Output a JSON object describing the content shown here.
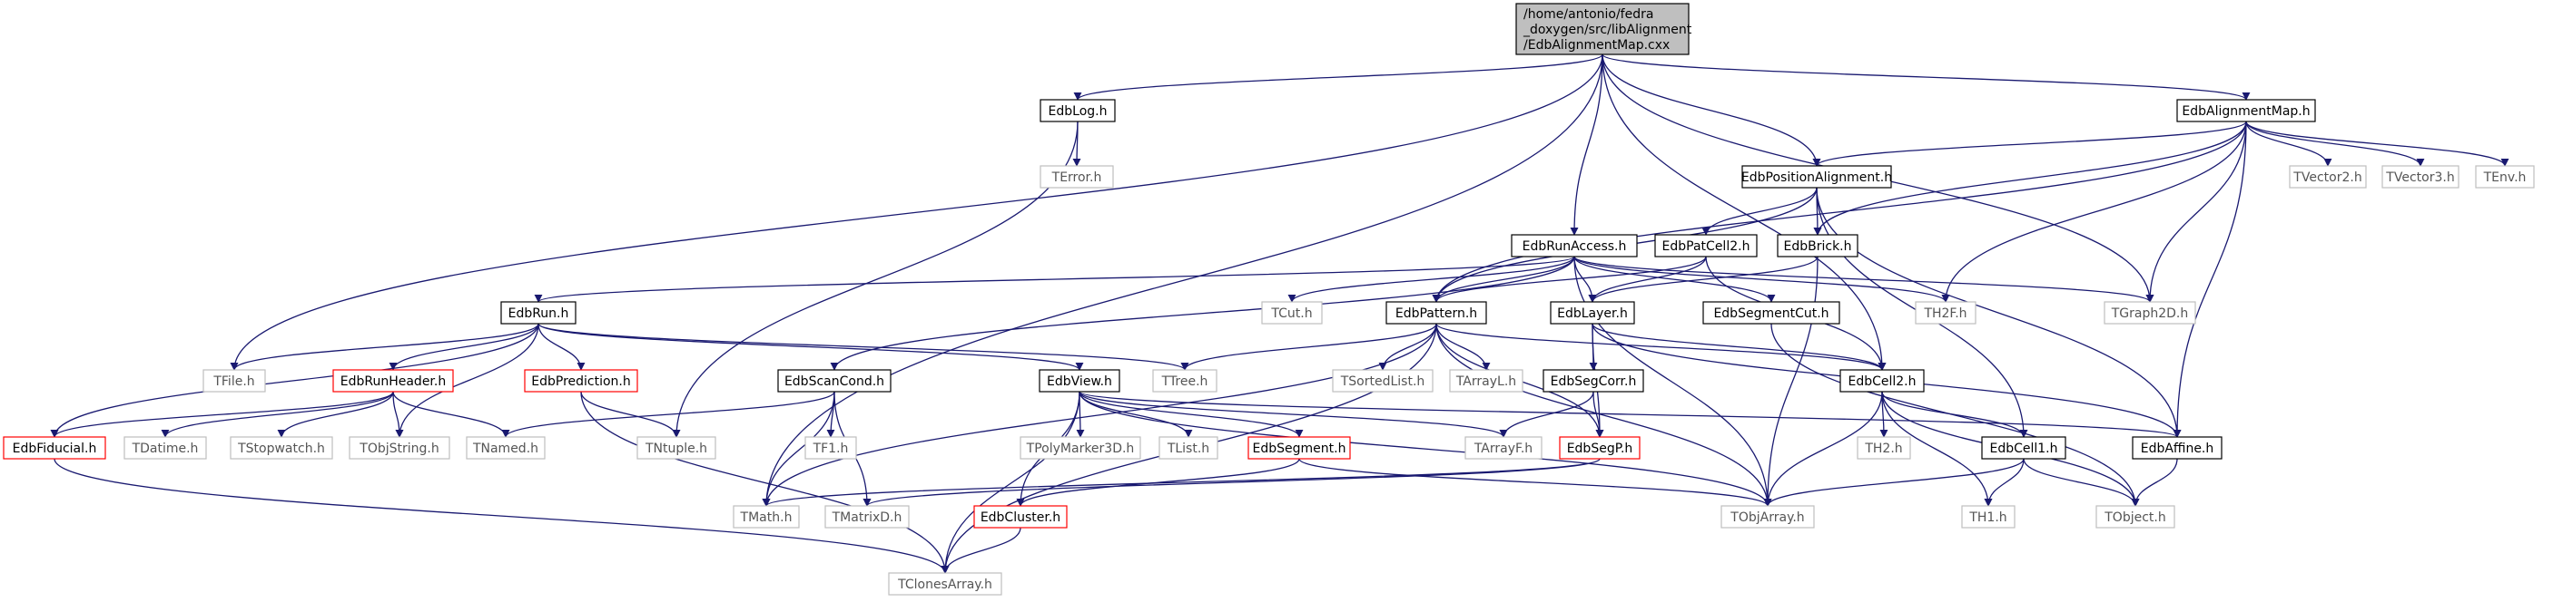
{
  "root": {
    "lines": [
      "/home/antonio/fedra",
      "_doxygen/src/libAlignment",
      "/EdbAlignmentMap.cxx"
    ]
  },
  "nodes": {
    "EdbLog": "EdbLog.h",
    "TError": "TError.h",
    "EdbAlignmentMapH": "EdbAlignmentMap.h",
    "EdbPositionAlignment": "EdbPositionAlignment.h",
    "TVector2": "TVector2.h",
    "TVector3": "TVector3.h",
    "TEnv": "TEnv.h",
    "EdbRunAccess": "EdbRunAccess.h",
    "EdbPatCell2": "EdbPatCell2.h",
    "EdbBrick": "EdbBrick.h",
    "EdbRun": "EdbRun.h",
    "TCut": "TCut.h",
    "EdbPattern": "EdbPattern.h",
    "EdbLayer": "EdbLayer.h",
    "EdbSegmentCut": "EdbSegmentCut.h",
    "TH2F": "TH2F.h",
    "TGraph2D": "TGraph2D.h",
    "TFile": "TFile.h",
    "EdbRunHeader": "EdbRunHeader.h",
    "EdbPrediction": "EdbPrediction.h",
    "EdbScanCond": "EdbScanCond.h",
    "EdbView": "EdbView.h",
    "TTree": "TTree.h",
    "TSortedList": "TSortedList.h",
    "TArrayL": "TArrayL.h",
    "EdbSegCorr": "EdbSegCorr.h",
    "EdbCell2": "EdbCell2.h",
    "EdbFiducial": "EdbFiducial.h",
    "TDatime": "TDatime.h",
    "TStopwatch": "TStopwatch.h",
    "TObjString": "TObjString.h",
    "TNamed": "TNamed.h",
    "TNtuple": "TNtuple.h",
    "TF1": "TF1.h",
    "TPolyMarker3D": "TPolyMarker3D.h",
    "TList": "TList.h",
    "EdbSegment": "EdbSegment.h",
    "TArrayF": "TArrayF.h",
    "EdbSegP": "EdbSegP.h",
    "TH2": "TH2.h",
    "EdbCell1": "EdbCell1.h",
    "EdbAffine": "EdbAffine.h",
    "TMath": "TMath.h",
    "TMatrixD": "TMatrixD.h",
    "EdbCluster": "EdbCluster.h",
    "TObjArray": "TObjArray.h",
    "TH1": "TH1.h",
    "TObject": "TObject.h",
    "TClonesArray": "TClonesArray.h"
  },
  "colors": {
    "edge": "#191970",
    "root_fill": "#bfbfbf",
    "documented_border": "#000000",
    "external_border": "#bfbfbf",
    "truncated_border": "#ff0000"
  }
}
